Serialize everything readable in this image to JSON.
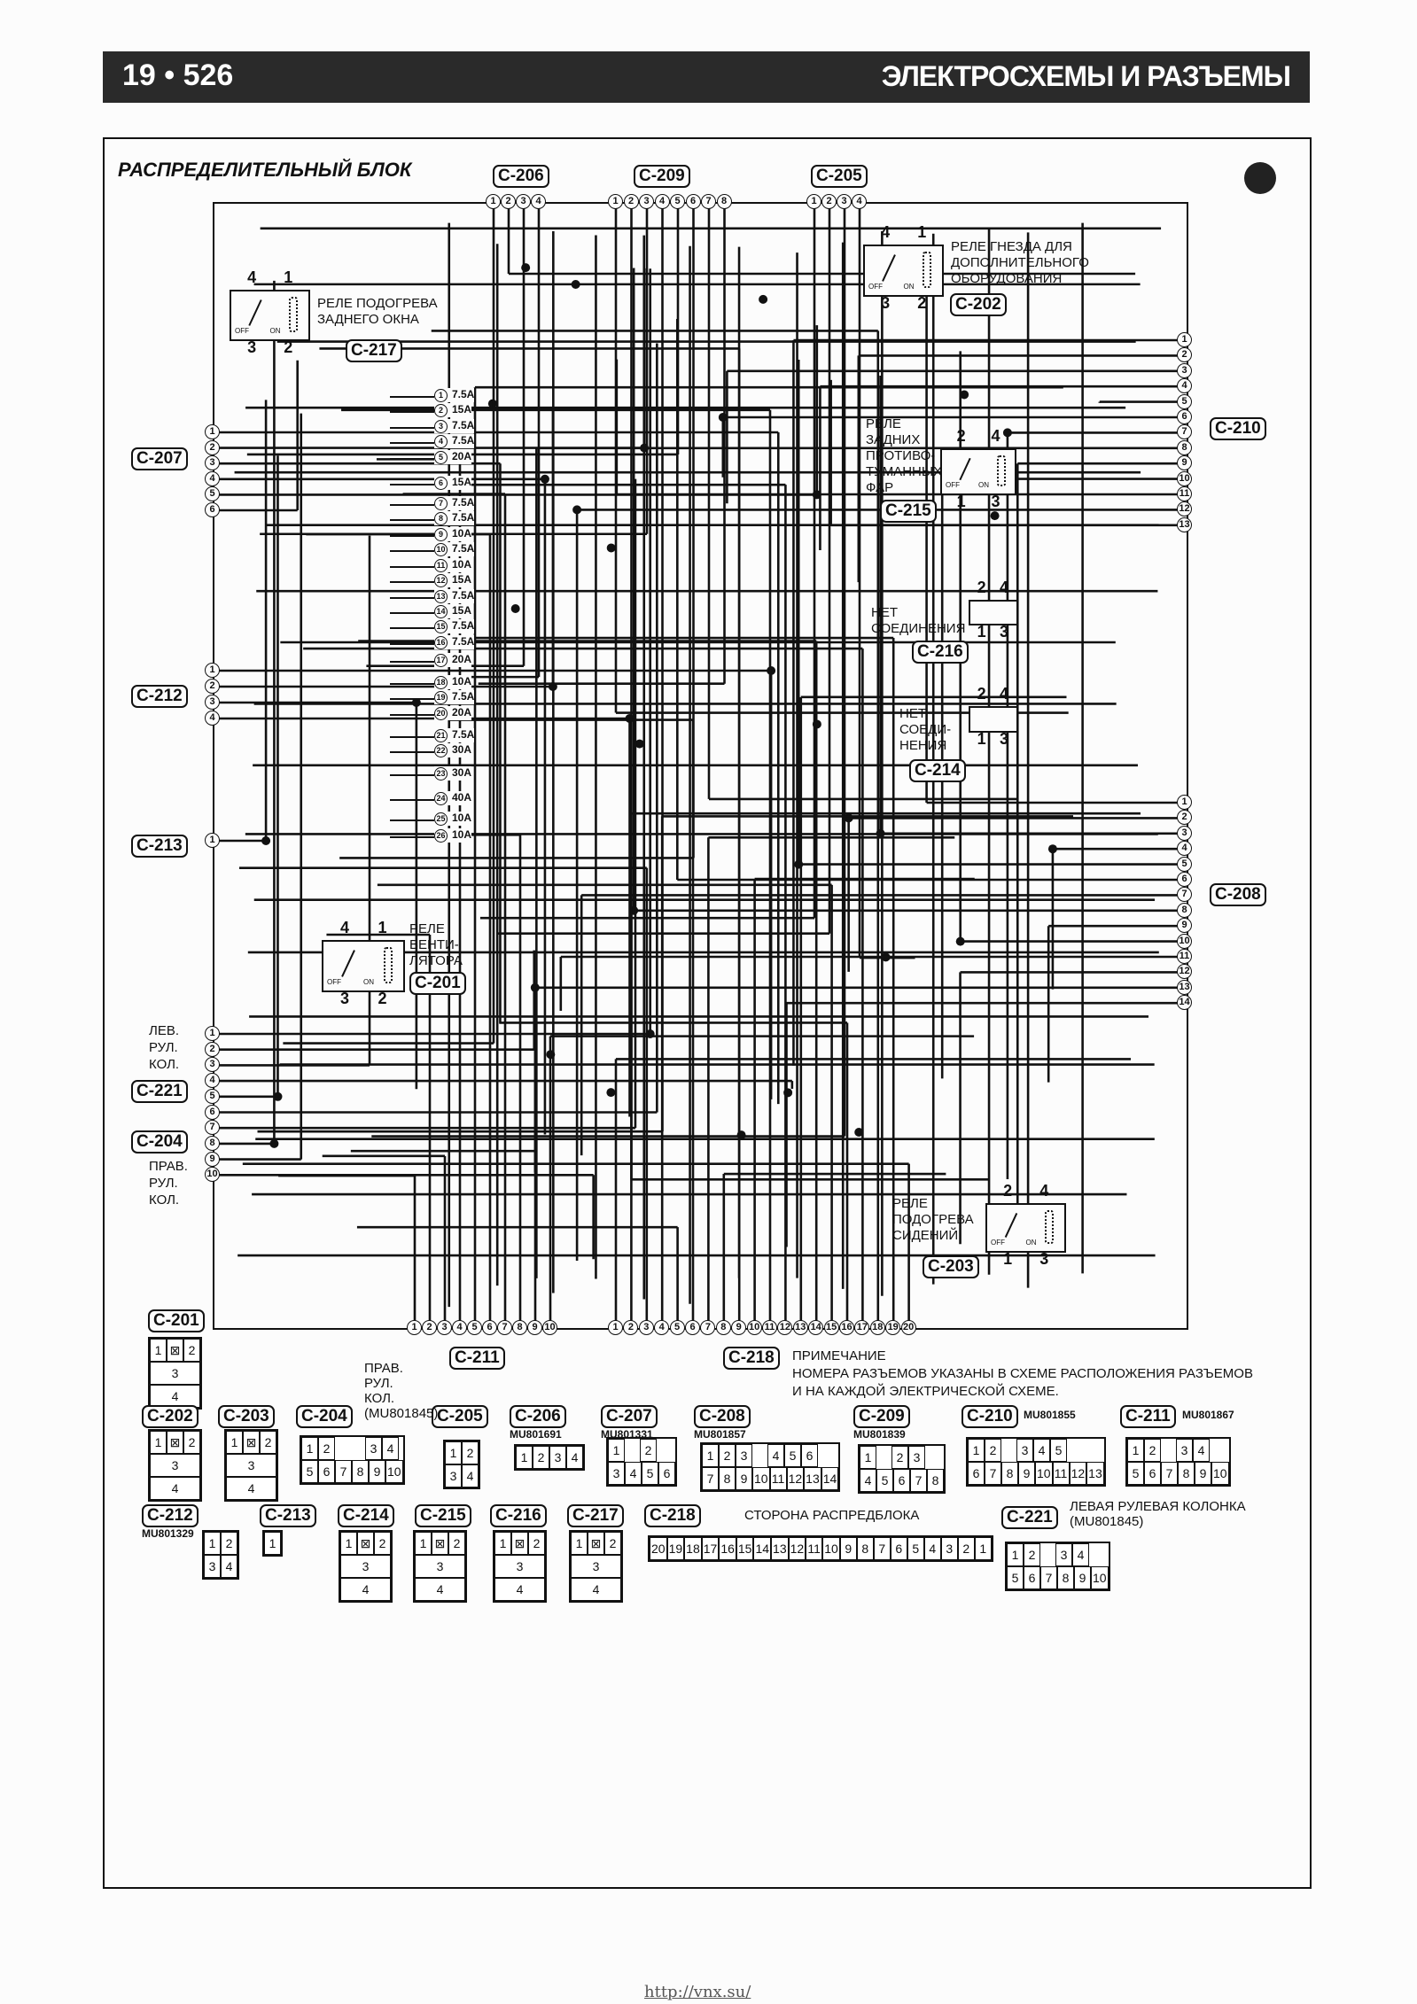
{
  "header": {
    "page": "19 • 526",
    "title": "ЭЛЕКТРОСХЕМЫ И РАЗЪЕМЫ"
  },
  "diagram": {
    "title": "РАСПРЕДЕЛИТЕЛЬНЫЙ БЛОК",
    "connectors": {
      "c206": {
        "label": "C-206",
        "pins": [
          "1",
          "2",
          "3",
          "4"
        ]
      },
      "c209": {
        "label": "C-209",
        "pins": [
          "1",
          "2",
          "3",
          "4",
          "5",
          "6",
          "7",
          "8"
        ]
      },
      "c205": {
        "label": "C-205",
        "pins": [
          "1",
          "2",
          "3",
          "4"
        ]
      },
      "c210": {
        "label": "C-210",
        "pins": [
          "1",
          "2",
          "3",
          "4",
          "5",
          "6",
          "7",
          "8",
          "9",
          "10",
          "11",
          "12",
          "13"
        ]
      },
      "c208": {
        "label": "C-208",
        "pins": [
          "1",
          "2",
          "3",
          "4",
          "5",
          "6",
          "7",
          "8",
          "9",
          "10",
          "11",
          "12",
          "13",
          "14"
        ]
      },
      "c207": {
        "label": "C-207",
        "pins": [
          "1",
          "2",
          "3",
          "4",
          "5",
          "6"
        ]
      },
      "c212": {
        "label": "C-212",
        "pins": [
          "1",
          "2",
          "3",
          "4"
        ]
      },
      "c213": {
        "label": "C-213",
        "pins": [
          "1"
        ]
      },
      "c221_204": {
        "label_left": "C-221",
        "label_right": "C-204",
        "pins": [
          "1",
          "2",
          "3",
          "4",
          "5",
          "6",
          "7",
          "8",
          "9",
          "10"
        ]
      },
      "c211": {
        "label": "C-211",
        "pins": [
          "1",
          "2",
          "3",
          "4",
          "5",
          "6",
          "7",
          "8",
          "9",
          "10"
        ]
      },
      "c218": {
        "label": "C-218",
        "pins": [
          "1",
          "2",
          "3",
          "4",
          "5",
          "6",
          "7",
          "8",
          "9",
          "10",
          "11",
          "12",
          "13",
          "14",
          "15",
          "16",
          "17",
          "18",
          "19",
          "20"
        ]
      }
    },
    "side_labels": {
      "left_column": [
        "ЛЕВ.",
        "РУЛ.",
        "КОЛ."
      ],
      "right_column": [
        "ПРАВ.",
        "РУЛ.",
        "КОЛ."
      ]
    },
    "fuses": [
      {
        "n": "1",
        "rating": "7.5A"
      },
      {
        "n": "2",
        "rating": "15A"
      },
      {
        "n": "3",
        "rating": "7.5A"
      },
      {
        "n": "4",
        "rating": "7.5A"
      },
      {
        "n": "5",
        "rating": "20A"
      },
      {
        "n": "6",
        "rating": "15A"
      },
      {
        "n": "7",
        "rating": "7.5A"
      },
      {
        "n": "8",
        "rating": "7.5A"
      },
      {
        "n": "9",
        "rating": "10A"
      },
      {
        "n": "10",
        "rating": "7.5A"
      },
      {
        "n": "11",
        "rating": "10A"
      },
      {
        "n": "12",
        "rating": "15A"
      },
      {
        "n": "13",
        "rating": "7.5A"
      },
      {
        "n": "14",
        "rating": "15A"
      },
      {
        "n": "15",
        "rating": "7.5A"
      },
      {
        "n": "16",
        "rating": "7.5A"
      },
      {
        "n": "17",
        "rating": "20A"
      },
      {
        "n": "18",
        "rating": "10A"
      },
      {
        "n": "19",
        "rating": "7.5A"
      },
      {
        "n": "20",
        "rating": "20A"
      },
      {
        "n": "21",
        "rating": "7.5A"
      },
      {
        "n": "22",
        "rating": "30A"
      },
      {
        "n": "23",
        "rating": "30A"
      },
      {
        "n": "24",
        "rating": "40A"
      },
      {
        "n": "25",
        "rating": "10A"
      },
      {
        "n": "26",
        "rating": "10A"
      }
    ],
    "relays": {
      "c217": {
        "label": "C-217",
        "text": [
          "РЕЛЕ ПОДОГРЕВА",
          "ЗАДНЕГО ОКНА"
        ],
        "pins": [
          "4",
          "1",
          "3",
          "2"
        ],
        "off": "OFF",
        "on": "ON"
      },
      "c202": {
        "label": "C-202",
        "text": [
          "РЕЛЕ ГНЕЗДА ДЛЯ",
          "ДОПОЛНИТЕЛЬНОГО",
          "ОБОРУДОВАНИЯ"
        ],
        "pins": [
          "4",
          "1",
          "3",
          "2"
        ],
        "off": "OFF",
        "on": "ON"
      },
      "c215": {
        "label": "C-215",
        "text": [
          "РЕЛЕ",
          "ЗАДНИХ",
          "ПРОТИВО-",
          "ТУМАННЫХ",
          "ФАР"
        ],
        "pins": [
          "2",
          "4",
          "1",
          "3"
        ],
        "off": "OFF",
        "on": "ON"
      },
      "c216": {
        "label": "C-216",
        "text": [
          "НЕТ",
          "СОЕДИНЕНИЯ"
        ],
        "pins": [
          "2",
          "4",
          "1",
          "3"
        ]
      },
      "c214": {
        "label": "C-214",
        "text": [
          "НЕТ",
          "СОЕДИ-",
          "НЕНИЯ"
        ],
        "pins": [
          "2",
          "4",
          "1",
          "3"
        ]
      },
      "c201": {
        "label": "C-201",
        "text": [
          "РЕЛЕ",
          "ВЕНТИ-",
          "ЛЯТОРА"
        ],
        "pins": [
          "4",
          "1",
          "3",
          "2"
        ],
        "off": "OFF",
        "on": "ON"
      },
      "c203": {
        "label": "C-203",
        "text": [
          "РЕЛЕ",
          "ПОДОГРЕВА",
          "СИДЕНИЙ"
        ],
        "pins": [
          "2",
          "4",
          "1",
          "3"
        ],
        "off": "OFF",
        "on": "ON"
      }
    },
    "note": {
      "title": "ПРИМЕЧАНИЕ",
      "lines": [
        "НОМЕРА РАЗЪЕМОВ УКАЗАНЫ В СХЕМЕ РАСПОЛОЖЕНИЯ РАЗЪЕМОВ",
        "И НА КАЖДОЙ ЭЛЕКТРИЧЕСКОЙ СХЕМЕ."
      ]
    }
  },
  "pinouts": {
    "right_column_text": [
      "ПРАВ.",
      "РУЛ.",
      "КОЛ.",
      "(MU801845)"
    ],
    "side_text": "СТОРОНА РАСПРЕДБЛОКА",
    "left_column_text": [
      "ЛЕВАЯ РУЛЕВАЯ КОЛОНКА",
      "(MU801845)"
    ],
    "items": [
      {
        "label": "C-201",
        "part": "",
        "rows": [
          [
            "1",
            "⊠",
            "2"
          ],
          [
            "3"
          ],
          [
            "4"
          ]
        ]
      },
      {
        "label": "C-202",
        "part": "",
        "rows": [
          [
            "1",
            "⊠",
            "2"
          ],
          [
            "3"
          ],
          [
            "4"
          ]
        ]
      },
      {
        "label": "C-203",
        "part": "",
        "rows": [
          [
            "1",
            "⊠",
            "2"
          ],
          [
            "3"
          ],
          [
            "4"
          ]
        ]
      },
      {
        "label": "C-204",
        "part": "",
        "rows": [
          [
            "1",
            "2",
            "",
            "",
            "3",
            "4"
          ],
          [
            "5",
            "6",
            "7",
            "8",
            "9",
            "10"
          ]
        ]
      },
      {
        "label": "C-205",
        "part": "",
        "rows": [
          [
            "1",
            "2"
          ],
          [
            "3",
            "4"
          ]
        ]
      },
      {
        "label": "C-206",
        "part": "MU801691",
        "rows": [
          [
            "1",
            "2",
            "3",
            "4"
          ]
        ]
      },
      {
        "label": "C-207",
        "part": "MU801331",
        "rows": [
          [
            "1",
            "",
            "2"
          ],
          [
            "3",
            "4",
            "5",
            "6"
          ]
        ]
      },
      {
        "label": "C-208",
        "part": "MU801857",
        "rows": [
          [
            "1",
            "2",
            "3",
            "",
            "4",
            "5",
            "6"
          ],
          [
            "7",
            "8",
            "9",
            "10",
            "11",
            "12",
            "13",
            "14"
          ]
        ]
      },
      {
        "label": "C-209",
        "part": "MU801839",
        "rows": [
          [
            "1",
            "",
            "2",
            "3"
          ],
          [
            "4",
            "5",
            "6",
            "7",
            "8"
          ]
        ]
      },
      {
        "label": "C-210",
        "part": "MU801855",
        "rows": [
          [
            "1",
            "2",
            "",
            "3",
            "4",
            "5"
          ],
          [
            "6",
            "7",
            "8",
            "9",
            "10",
            "11",
            "12",
            "13"
          ]
        ]
      },
      {
        "label": "C-211",
        "part": "MU801867",
        "rows": [
          [
            "1",
            "2",
            "",
            "3",
            "4"
          ],
          [
            "5",
            "6",
            "7",
            "8",
            "9",
            "10"
          ]
        ]
      },
      {
        "label": "C-212",
        "part": "MU801329",
        "rows": [
          [
            "1",
            "2"
          ],
          [
            "3",
            "4"
          ]
        ]
      },
      {
        "label": "C-213",
        "part": "",
        "rows": [
          [
            "1"
          ]
        ]
      },
      {
        "label": "C-214",
        "part": "",
        "rows": [
          [
            "1",
            "⊠",
            "2"
          ],
          [
            "3"
          ],
          [
            "4"
          ]
        ]
      },
      {
        "label": "C-215",
        "part": "",
        "rows": [
          [
            "1",
            "⊠",
            "2"
          ],
          [
            "3"
          ],
          [
            "4"
          ]
        ]
      },
      {
        "label": "C-216",
        "part": "",
        "rows": [
          [
            "1",
            "⊠",
            "2"
          ],
          [
            "3"
          ],
          [
            "4"
          ]
        ]
      },
      {
        "label": "C-217",
        "part": "",
        "rows": [
          [
            "1",
            "⊠",
            "2"
          ],
          [
            "3"
          ],
          [
            "4"
          ]
        ]
      },
      {
        "label": "C-218",
        "part": "",
        "rows": [
          [
            "20",
            "19",
            "18",
            "17",
            "16",
            "15",
            "14",
            "13",
            "12",
            "11",
            "10",
            "9",
            "8",
            "7",
            "6",
            "5",
            "4",
            "3",
            "2",
            "1"
          ]
        ]
      },
      {
        "label": "C-221",
        "part": "",
        "rows": [
          [
            "1",
            "2",
            "",
            "3",
            "4"
          ],
          [
            "5",
            "6",
            "7",
            "8",
            "9",
            "10"
          ]
        ]
      }
    ]
  },
  "footer": {
    "url": "http://vnx.su/"
  }
}
